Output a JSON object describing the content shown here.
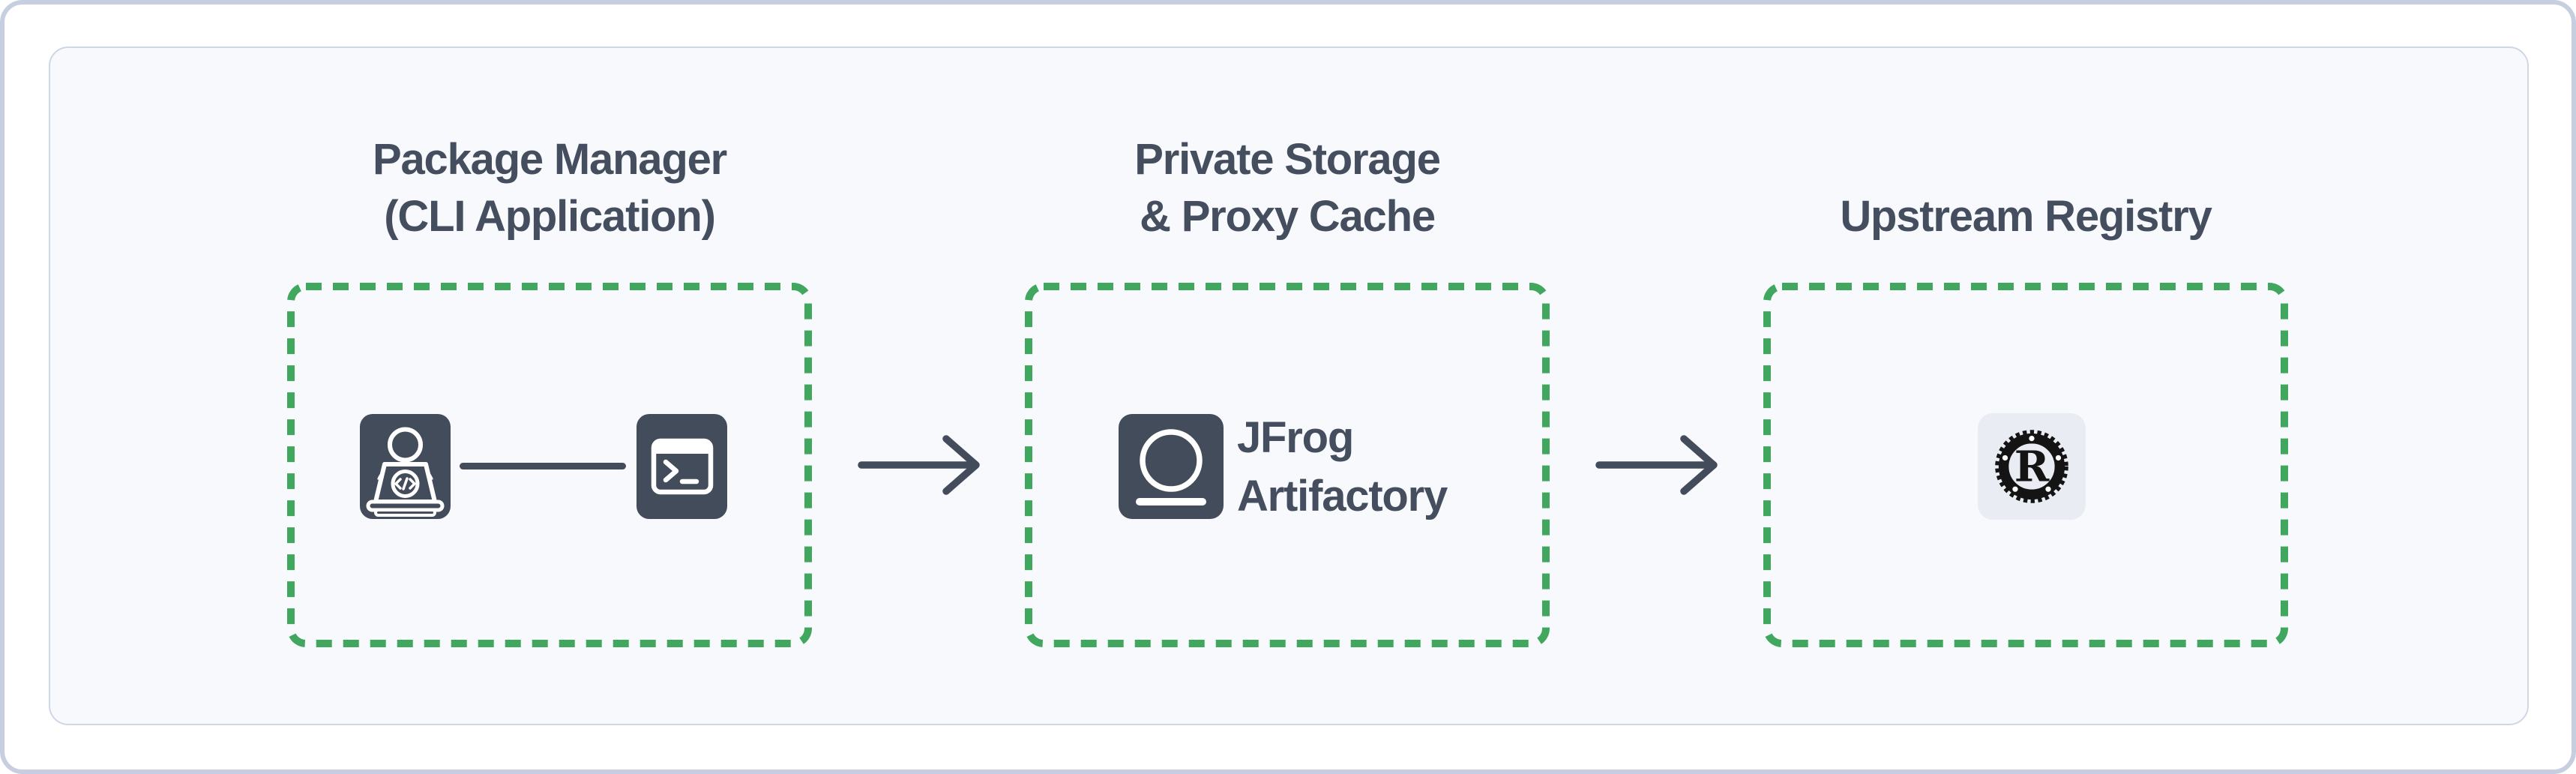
{
  "colors": {
    "accent-green": "#41a75f",
    "slate": "#434c5b",
    "text": "#454e5e",
    "panel-bg": "#f7f9fc",
    "panel-border": "#cdd7e6",
    "outer-border": "#c6cee0",
    "tile-bg": "#e9edf3",
    "logo-ink": "#141414"
  },
  "nodes": [
    {
      "title_line1": "Package Manager",
      "title_line2": "(CLI Application)",
      "icons": [
        "developer-at-laptop-icon",
        "terminal-icon"
      ]
    },
    {
      "title_line1": "Private Storage",
      "title_line2": "& Proxy Cache",
      "icons": [
        "jfrog-artifactory-icon"
      ],
      "label_line1": "JFrog",
      "label_line2": "Artifactory"
    },
    {
      "title_line1": "Upstream Registry",
      "title_line2": "",
      "icons": [
        "rust-logo-icon"
      ],
      "rust_letter": "R"
    }
  ],
  "connectors": {
    "arrow1": "right-arrow-icon",
    "arrow2": "right-arrow-icon",
    "link": "plain-line-connector"
  }
}
